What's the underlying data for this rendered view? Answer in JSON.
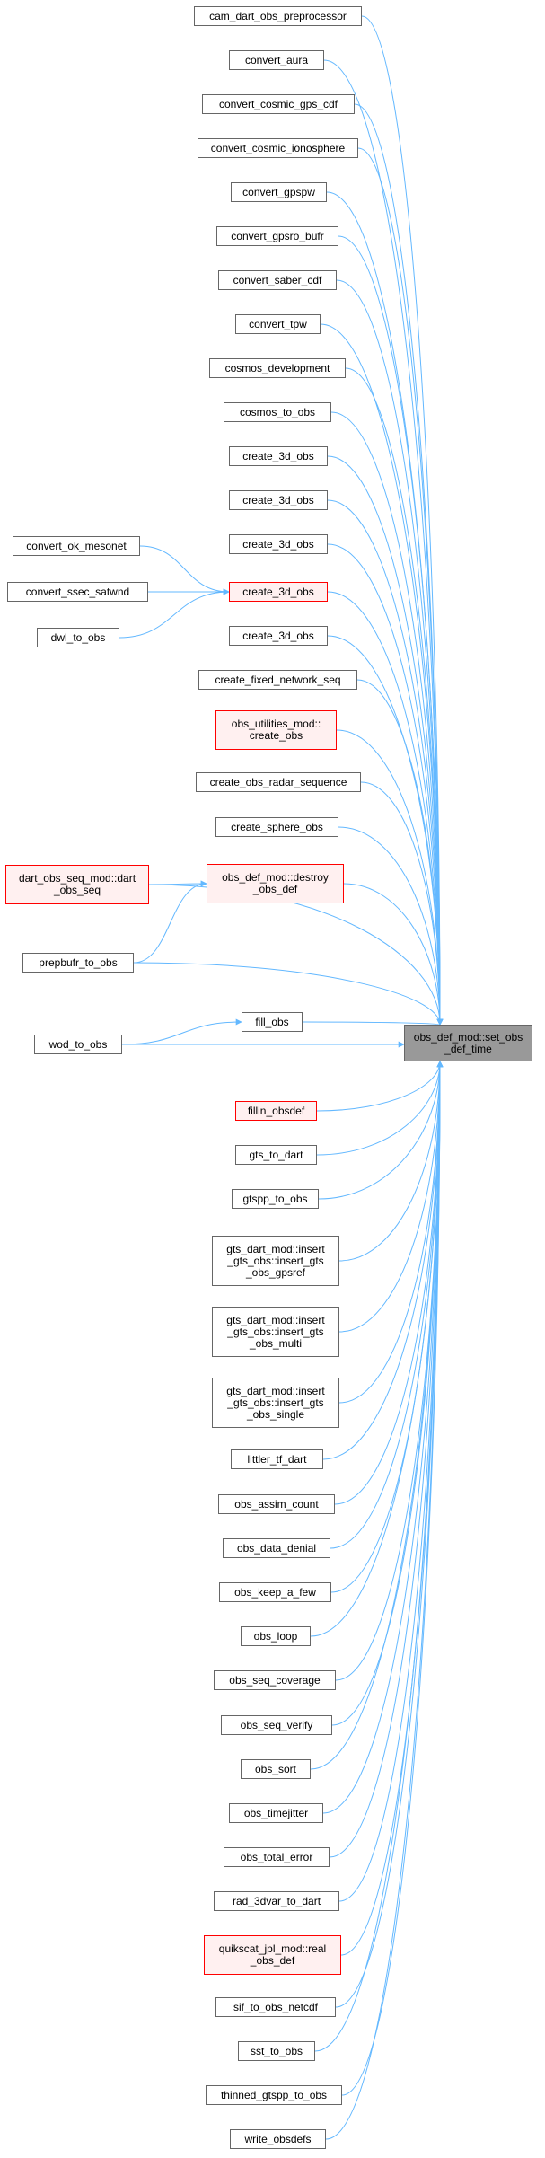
{
  "target": {
    "id": "target",
    "label": "obs_def_mod::set_obs\n_def_time",
    "kind": "target"
  },
  "callers": [
    {
      "id": "n1",
      "label": "cam_dart_obs_preprocessor",
      "kind": "normal"
    },
    {
      "id": "n2",
      "label": "convert_aura",
      "kind": "normal"
    },
    {
      "id": "n3",
      "label": "convert_cosmic_gps_cdf",
      "kind": "normal"
    },
    {
      "id": "n4",
      "label": "convert_cosmic_ionosphere",
      "kind": "normal"
    },
    {
      "id": "n5",
      "label": "convert_gpspw",
      "kind": "normal"
    },
    {
      "id": "n6",
      "label": "convert_gpsro_bufr",
      "kind": "normal"
    },
    {
      "id": "n7",
      "label": "convert_saber_cdf",
      "kind": "normal"
    },
    {
      "id": "n8",
      "label": "convert_tpw",
      "kind": "normal"
    },
    {
      "id": "n9",
      "label": "cosmos_development",
      "kind": "normal"
    },
    {
      "id": "n10",
      "label": "cosmos_to_obs",
      "kind": "normal"
    },
    {
      "id": "n11",
      "label": "create_3d_obs",
      "kind": "normal"
    },
    {
      "id": "n12",
      "label": "create_3d_obs",
      "kind": "normal"
    },
    {
      "id": "n13",
      "label": "create_3d_obs",
      "kind": "normal"
    },
    {
      "id": "n14",
      "label": "create_3d_obs",
      "kind": "red"
    },
    {
      "id": "n15",
      "label": "create_3d_obs",
      "kind": "normal"
    },
    {
      "id": "n16",
      "label": "create_fixed_network_seq",
      "kind": "normal"
    },
    {
      "id": "n17",
      "label": "obs_utilities_mod::\ncreate_obs",
      "kind": "red"
    },
    {
      "id": "n18",
      "label": "create_obs_radar_sequence",
      "kind": "normal"
    },
    {
      "id": "n19",
      "label": "create_sphere_obs",
      "kind": "normal"
    },
    {
      "id": "n20",
      "label": "obs_def_mod::destroy\n_obs_def",
      "kind": "red"
    },
    {
      "id": "n21",
      "label": "fill_obs",
      "kind": "normal"
    },
    {
      "id": "n22",
      "label": "fillin_obsdef",
      "kind": "red"
    },
    {
      "id": "n23",
      "label": "gts_to_dart",
      "kind": "normal"
    },
    {
      "id": "n24",
      "label": "gtspp_to_obs",
      "kind": "normal"
    },
    {
      "id": "n25",
      "label": "gts_dart_mod::insert\n_gts_obs::insert_gts\n_obs_gpsref",
      "kind": "normal"
    },
    {
      "id": "n26",
      "label": "gts_dart_mod::insert\n_gts_obs::insert_gts\n_obs_multi",
      "kind": "normal"
    },
    {
      "id": "n27",
      "label": "gts_dart_mod::insert\n_gts_obs::insert_gts\n_obs_single",
      "kind": "normal"
    },
    {
      "id": "n28",
      "label": "littler_tf_dart",
      "kind": "normal"
    },
    {
      "id": "n29",
      "label": "obs_assim_count",
      "kind": "normal"
    },
    {
      "id": "n30",
      "label": "obs_data_denial",
      "kind": "normal"
    },
    {
      "id": "n31",
      "label": "obs_keep_a_few",
      "kind": "normal"
    },
    {
      "id": "n32",
      "label": "obs_loop",
      "kind": "normal"
    },
    {
      "id": "n33",
      "label": "obs_seq_coverage",
      "kind": "normal"
    },
    {
      "id": "n34",
      "label": "obs_seq_verify",
      "kind": "normal"
    },
    {
      "id": "n35",
      "label": "obs_sort",
      "kind": "normal"
    },
    {
      "id": "n36",
      "label": "obs_timejitter",
      "kind": "normal"
    },
    {
      "id": "n37",
      "label": "obs_total_error",
      "kind": "normal"
    },
    {
      "id": "n38",
      "label": "rad_3dvar_to_dart",
      "kind": "normal"
    },
    {
      "id": "n39",
      "label": "quikscat_jpl_mod::real\n_obs_def",
      "kind": "red"
    },
    {
      "id": "n40",
      "label": "sif_to_obs_netcdf",
      "kind": "normal"
    },
    {
      "id": "n41",
      "label": "sst_to_obs",
      "kind": "normal"
    },
    {
      "id": "n42",
      "label": "thinned_gtspp_to_obs",
      "kind": "normal"
    },
    {
      "id": "n43",
      "label": "write_obsdefs",
      "kind": "normal"
    }
  ],
  "second_level": [
    {
      "id": "m1",
      "label": "convert_ok_mesonet",
      "kind": "normal"
    },
    {
      "id": "m2",
      "label": "convert_ssec_satwnd",
      "kind": "normal"
    },
    {
      "id": "m3",
      "label": "dwl_to_obs",
      "kind": "normal"
    },
    {
      "id": "m4",
      "label": "dart_obs_seq_mod::dart\n_obs_seq",
      "kind": "red"
    },
    {
      "id": "m5",
      "label": "prepbufr_to_obs",
      "kind": "normal"
    },
    {
      "id": "m6",
      "label": "wod_to_obs",
      "kind": "normal"
    }
  ],
  "edges": [
    [
      "n1",
      "target"
    ],
    [
      "n2",
      "target"
    ],
    [
      "n3",
      "target"
    ],
    [
      "n4",
      "target"
    ],
    [
      "n5",
      "target"
    ],
    [
      "n6",
      "target"
    ],
    [
      "n7",
      "target"
    ],
    [
      "n8",
      "target"
    ],
    [
      "n9",
      "target"
    ],
    [
      "n10",
      "target"
    ],
    [
      "n11",
      "target"
    ],
    [
      "n12",
      "target"
    ],
    [
      "n13",
      "target"
    ],
    [
      "n14",
      "target"
    ],
    [
      "n15",
      "target"
    ],
    [
      "n16",
      "target"
    ],
    [
      "n17",
      "target"
    ],
    [
      "n18",
      "target"
    ],
    [
      "n19",
      "target"
    ],
    [
      "n20",
      "target"
    ],
    [
      "n21",
      "target"
    ],
    [
      "n22",
      "target"
    ],
    [
      "n23",
      "target"
    ],
    [
      "n24",
      "target"
    ],
    [
      "n25",
      "target"
    ],
    [
      "n26",
      "target"
    ],
    [
      "n27",
      "target"
    ],
    [
      "n28",
      "target"
    ],
    [
      "n29",
      "target"
    ],
    [
      "n30",
      "target"
    ],
    [
      "n31",
      "target"
    ],
    [
      "n32",
      "target"
    ],
    [
      "n33",
      "target"
    ],
    [
      "n34",
      "target"
    ],
    [
      "n35",
      "target"
    ],
    [
      "n36",
      "target"
    ],
    [
      "n37",
      "target"
    ],
    [
      "n38",
      "target"
    ],
    [
      "n39",
      "target"
    ],
    [
      "n40",
      "target"
    ],
    [
      "n41",
      "target"
    ],
    [
      "n42",
      "target"
    ],
    [
      "n43",
      "target"
    ],
    [
      "m1",
      "n14"
    ],
    [
      "m2",
      "n14"
    ],
    [
      "m3",
      "n14"
    ],
    [
      "m4",
      "n20"
    ],
    [
      "m4",
      "target"
    ],
    [
      "m5",
      "n20"
    ],
    [
      "m5",
      "target"
    ],
    [
      "m6",
      "n21"
    ],
    [
      "m6",
      "target"
    ]
  ],
  "colors": {
    "edge": "#63b8ff",
    "border": "#666666",
    "red_border": "#ff0000",
    "target_fill": "#999999"
  }
}
